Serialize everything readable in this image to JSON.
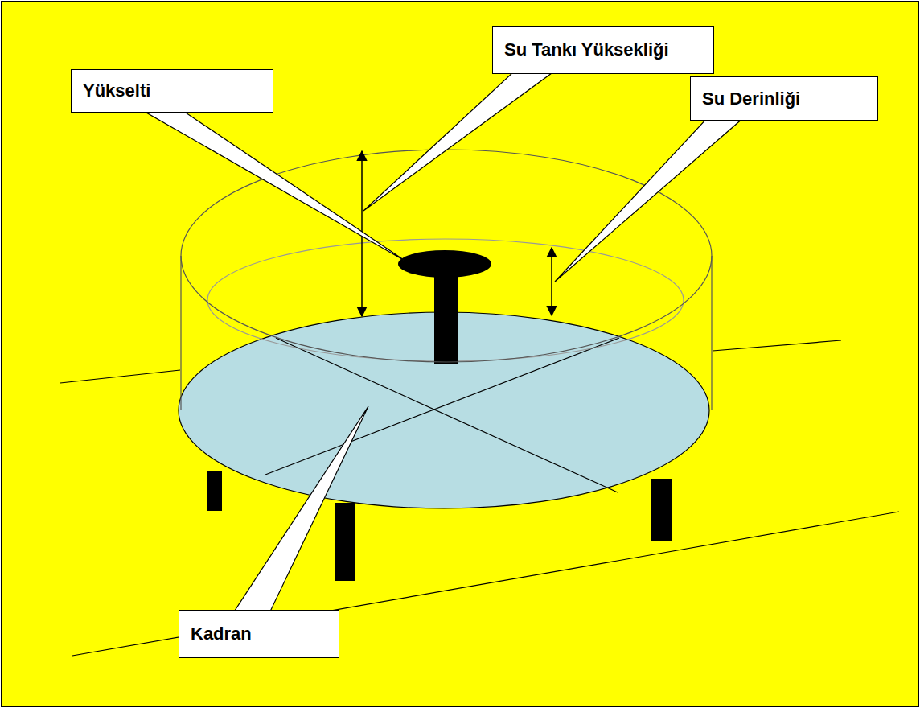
{
  "diagram": {
    "nodes": [
      {
        "text": [
          "Su Tankı Yüksekliği"
        ]
      },
      {
        "text": [
          "Yükselti"
        ]
      },
      {
        "text": [
          "Su Derinliği"
        ]
      },
      {
        "text": [
          "Kadran"
        ]
      }
    ]
  }
}
